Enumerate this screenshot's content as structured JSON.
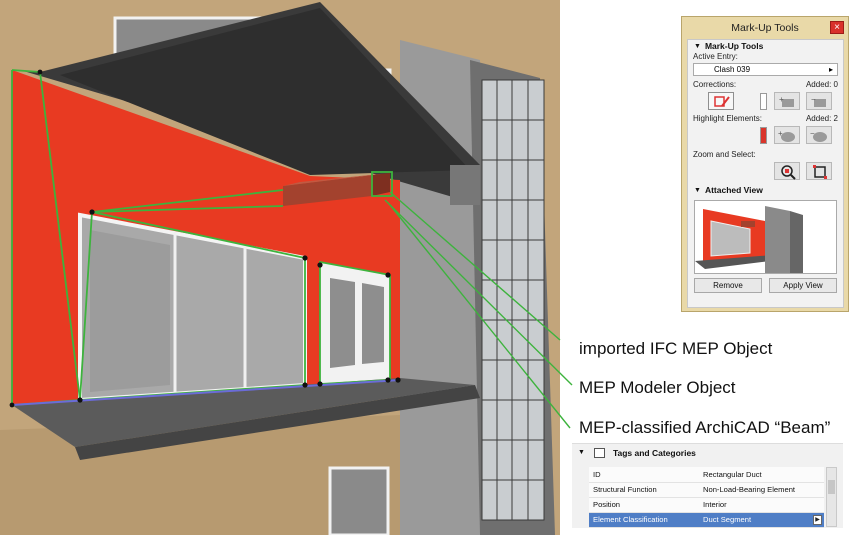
{
  "callouts": {
    "ifc": "imported IFC MEP Object",
    "mep": "MEP Modeler Object",
    "beam": "MEP-classified ArchiCAD “Beam”"
  },
  "markup": {
    "title": "Mark-Up Tools",
    "close_icon": "close-icon",
    "section_tools": "Mark-Up Tools",
    "active_entry_label": "Active Entry:",
    "active_entry_value": "Clash 039",
    "corrections_label": "Corrections:",
    "corrections_added": "Added: 0",
    "highlight_label": "Highlight Elements:",
    "highlight_added": "Added: 2",
    "zoom_label": "Zoom and Select:",
    "section_view": "Attached View",
    "remove_label": "Remove",
    "apply_label": "Apply View",
    "highlight_color": "#d9352b"
  },
  "tags": {
    "title": "Tags and Categories",
    "rows": [
      {
        "key": "ID",
        "value": "Rectangular Duct"
      },
      {
        "key": "Structural Function",
        "value": "Non-Load-Bearing Element"
      },
      {
        "key": "Position",
        "value": "Interior"
      },
      {
        "key": "Element Classification",
        "value": "Duct Segment"
      }
    ]
  },
  "colors": {
    "wall_red": "#e83a22",
    "duct": "#a3422e",
    "selection_green": "#3db33d",
    "facade_tan": "#bfa37a",
    "selected_row": "#4f7ec6"
  }
}
